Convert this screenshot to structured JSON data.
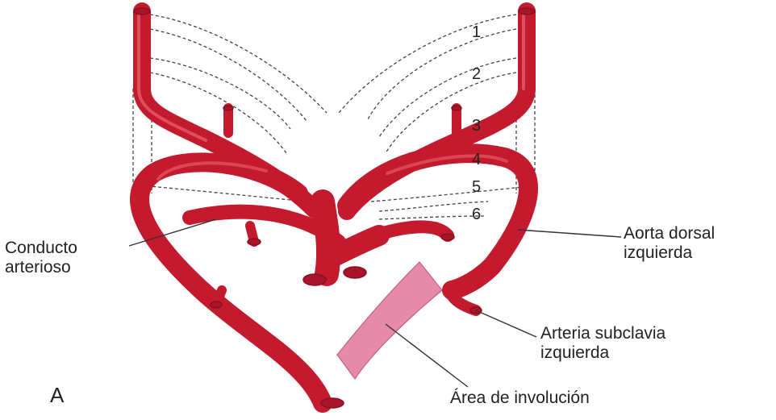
{
  "figure": {
    "panel_letter": "A",
    "arch_numbers": [
      "1",
      "2",
      "3",
      "4",
      "5",
      "6"
    ],
    "labels": {
      "conducto_line1": "Conducto",
      "conducto_line2": "arterioso",
      "aorta_line1": "Aorta dorsal",
      "aorta_line2": "izquierda",
      "subclavia_line1": "Arteria subclavia",
      "subclavia_line2": "izquierda",
      "involucion": "Área de involución"
    }
  },
  "colors": {
    "artery": "#e0233a",
    "artery_dark": "#b5182b",
    "artery_highlight": "#f2707e",
    "involution": "#e68aaa",
    "leader": "#333333",
    "dashed": "#444444"
  }
}
